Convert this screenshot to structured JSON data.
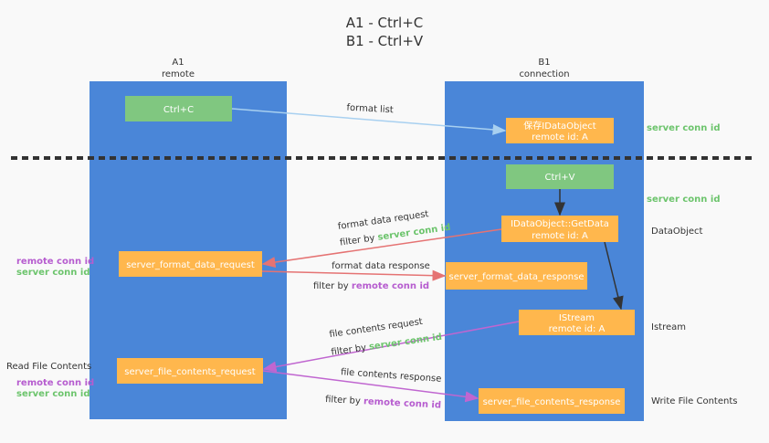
{
  "title": {
    "line1": "A1 - Ctrl+C",
    "line2": "B1 - Ctrl+V"
  },
  "columns": {
    "a1": {
      "name": "A1",
      "subtitle": "remote"
    },
    "b1": {
      "name": "B1",
      "subtitle": "connection"
    }
  },
  "boxes": {
    "ctrl_c": "Ctrl+C",
    "save_dataobject": {
      "line1": "保存IDataObject",
      "line2": "remote id: A"
    },
    "ctrl_v": "Ctrl+V",
    "getdata": {
      "line1": "IDataObject::GetData",
      "line2": "remote id: A"
    },
    "format_request": "server_format_data_request",
    "format_response": "server_format_data_response",
    "istream": {
      "line1": "IStream",
      "line2": "remote id: A"
    },
    "file_request": "server_file_contents_request",
    "file_response": "server_file_contents_response"
  },
  "arrows": {
    "format_list": "format list",
    "format_data_request": "format data request",
    "format_data_response": "format data response",
    "file_contents_request": "file contents request",
    "file_contents_response": "file contents response",
    "filter_by": "filter by",
    "server_conn_id": "server conn id",
    "remote_conn_id": "remote conn id"
  },
  "side_labels": {
    "right_server_conn_1": "server conn id",
    "right_server_conn_2": "server conn id",
    "dataobject": "DataObject",
    "istream": "Istream",
    "write_file_contents": "Write File Contents",
    "left_remote_conn_1": "remote conn id",
    "left_server_conn_1": "server conn id",
    "read_file_contents": "Read File Contents",
    "left_remote_conn_2": "remote conn id",
    "left_server_conn_2": "server conn id"
  },
  "colors": {
    "lane": "#4a86d8",
    "green_box": "#80c780",
    "orange_box": "#ffb74d",
    "green_text": "#6cc46c",
    "purple_text": "#b65ccf",
    "red_arrow": "#e57373",
    "purple_arrow": "#c066d0",
    "blue_arrow": "#a8d0f0"
  }
}
